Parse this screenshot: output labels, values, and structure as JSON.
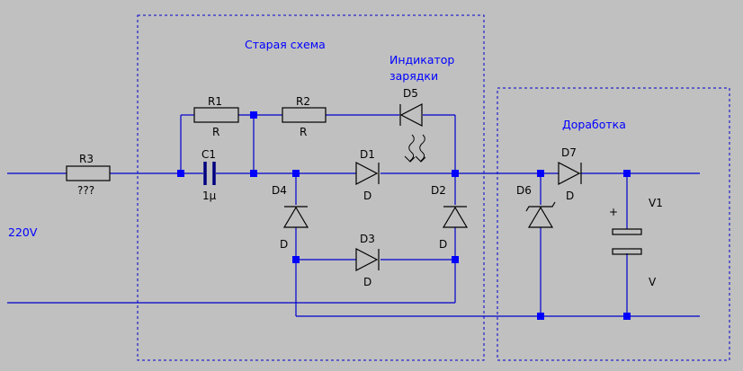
{
  "colors": {
    "background": "#c0c0c0",
    "wire": "#0000cc",
    "node": "#0000ff",
    "component": "#000000",
    "box_label": "#0000ff"
  },
  "groups": {
    "old_circuit": "Старая схема",
    "charge_indicator_line1": "Индикатор",
    "charge_indicator_line2": "зарядки",
    "modification": "Доработка"
  },
  "mains_label": "220V",
  "components": {
    "R3": {
      "ref": "R3",
      "value": "???"
    },
    "R1": {
      "ref": "R1",
      "value": "R"
    },
    "R2": {
      "ref": "R2",
      "value": "R"
    },
    "C1": {
      "ref": "C1",
      "value": "1µ"
    },
    "D1": {
      "ref": "D1",
      "value": "D"
    },
    "D2": {
      "ref": "D2",
      "value": "D"
    },
    "D3": {
      "ref": "D3",
      "value": "D"
    },
    "D4": {
      "ref": "D4",
      "value": "D"
    },
    "D5": {
      "ref": "D5"
    },
    "D6": {
      "ref": "D6"
    },
    "D7": {
      "ref": "D7",
      "value": "D"
    },
    "V1": {
      "ref": "V1",
      "value": "V",
      "plus": "+"
    }
  }
}
